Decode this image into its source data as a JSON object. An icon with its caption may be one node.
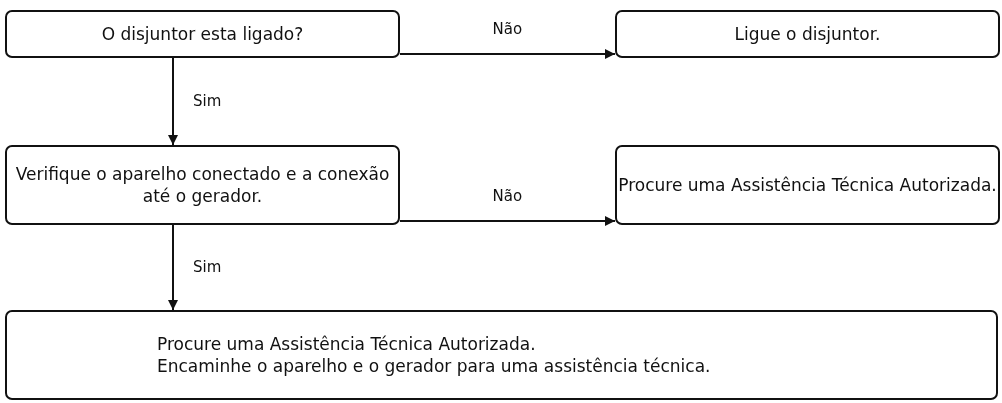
{
  "diagram": {
    "nodes": [
      {
        "text": [
          "O disjuntor esta ligado?"
        ]
      },
      {
        "text": [
          "Ligue o disjuntor."
        ]
      },
      {
        "text": [
          "Verifique o aparelho conectado e a conexão até o gerador."
        ]
      },
      {
        "text": [
          "Procure uma Assistência Técnica Autorizada."
        ]
      },
      {
        "text": [
          "Procure uma Assistência Técnica Autorizada.",
          "Encaminhe o aparelho e o gerador para uma assistência técnica."
        ]
      }
    ],
    "edges": [
      {
        "from": 0,
        "to": 1,
        "arrow": "to",
        "label": "Não"
      },
      {
        "from": 0,
        "to": 2,
        "arrow": "to",
        "label": "Sim"
      },
      {
        "from": 2,
        "to": 3,
        "arrow": "to",
        "label": "Não"
      },
      {
        "from": 2,
        "to": 4,
        "arrow": "to",
        "label": "Sim"
      }
    ]
  }
}
